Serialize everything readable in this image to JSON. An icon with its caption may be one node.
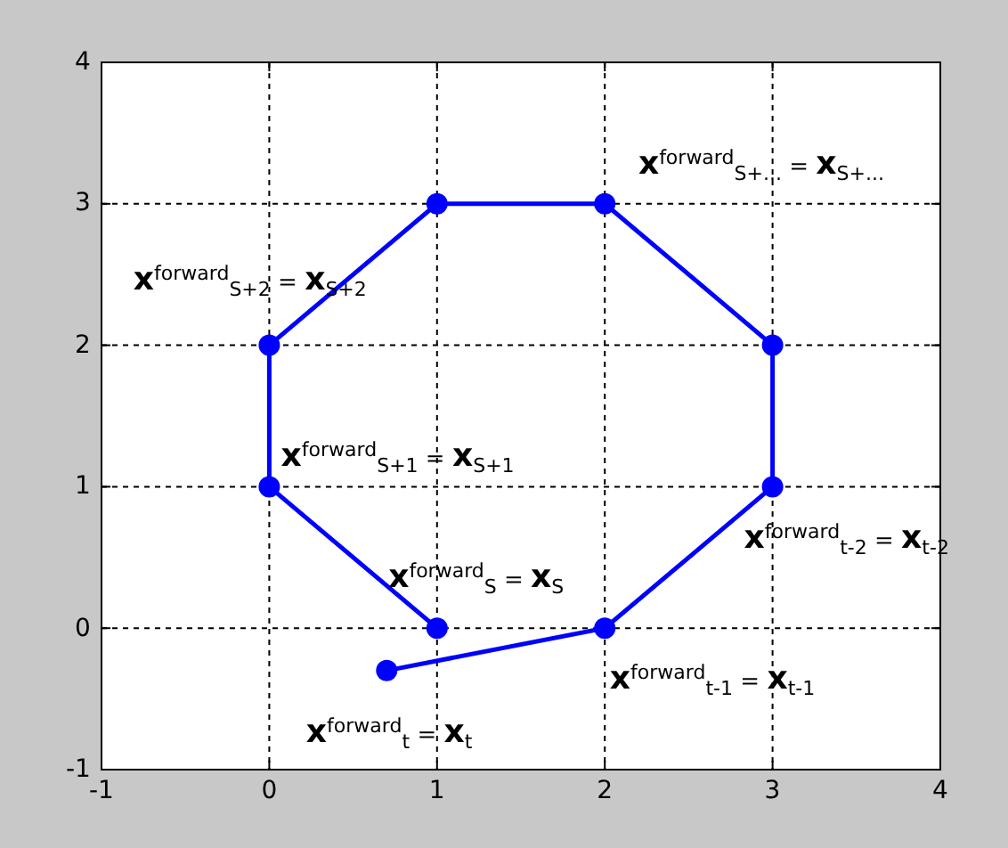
{
  "diagram": {
    "chart_data": {
      "type": "line",
      "x": [
        0.7,
        2,
        3,
        3,
        2,
        1,
        0,
        0,
        1
      ],
      "series": [
        {
          "color": "#0000ff",
          "marker": "o",
          "values": [
            -0.3,
            0,
            1,
            2,
            3,
            3,
            2,
            1,
            0
          ]
        }
      ],
      "grid": true,
      "xlim": [
        -1,
        4
      ],
      "ylim": [
        -1,
        4
      ],
      "xticks": [
        -1,
        0,
        1,
        2,
        3,
        4
      ],
      "yticks": [
        -1,
        0,
        1,
        2,
        3,
        4
      ],
      "annotations": [
        "**x**$^{forward}$$_{S+...}$ = **x**$_{S+...}$",
        "**x**$^{forward}$$_{S+2}$ = **x**$_{S+2}$",
        "**x**$^{forward}$$_{S+1}$ = **x**$_{S+1}$",
        "**x**$^{forward}$$_{S}$ = **x**$_{S}$",
        "**x**$^{forward}$$_{t-2}$ = **x**$_{t-2}$",
        "**x**$^{forward}$$_{t-1}$ = **x**$_{t-1}$",
        "**x**$^{forward}$$_{t}$ = **x**$_{t}$"
      ]
    }
  }
}
